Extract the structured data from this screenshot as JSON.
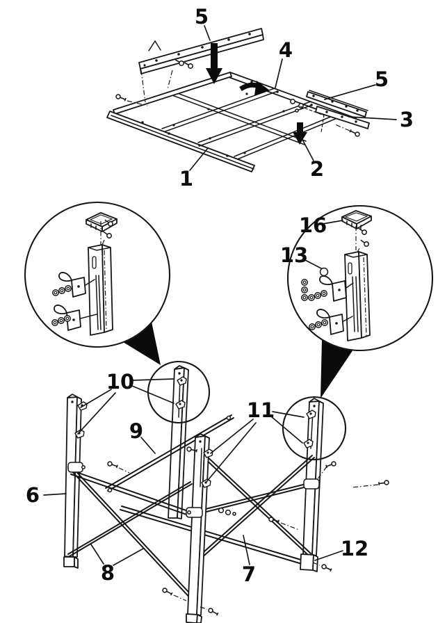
{
  "diagram": {
    "background": "#ffffff",
    "line_color": "#161616",
    "arrow_color": "#0b0b0b",
    "callouts": {
      "c1": "1",
      "c2": "2",
      "c3": "3",
      "c4": "4",
      "c5_top": "5",
      "c5_right": "5",
      "c6": "6",
      "c7": "7",
      "c8": "8",
      "c9": "9",
      "c10": "10",
      "c11": "11",
      "c12": "12",
      "c13": "13",
      "c16": "16"
    }
  }
}
